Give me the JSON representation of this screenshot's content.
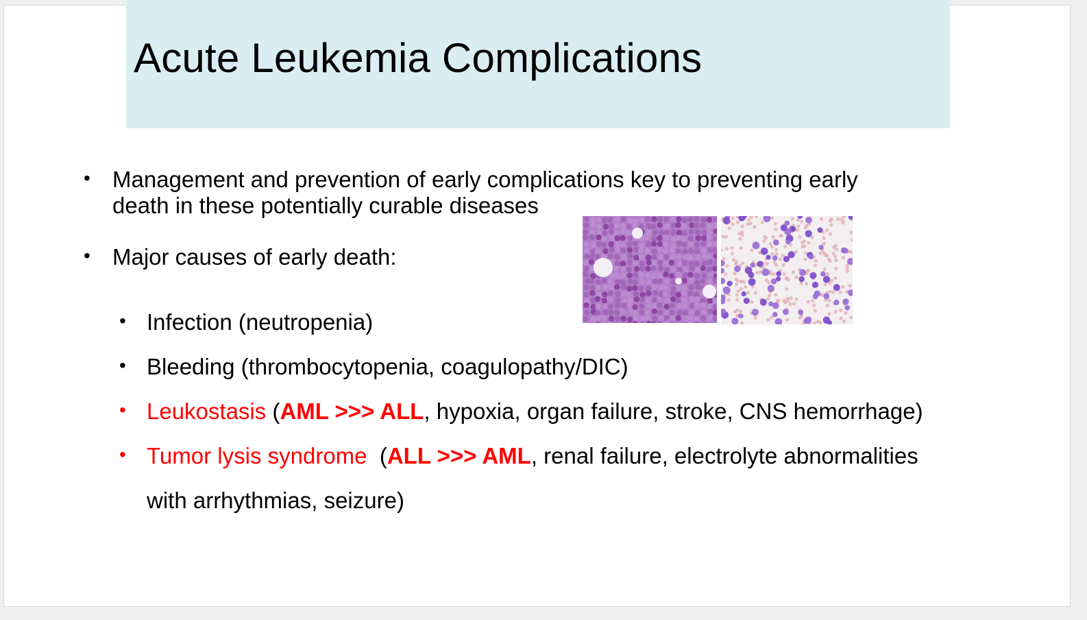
{
  "slide": {
    "title": "Acute Leukemia Complications",
    "bullets": [
      {
        "line1": "Management and prevention of early complications key to preventing early",
        "line2": "death in these potentially curable diseases"
      },
      {
        "text": "Major causes of early death:"
      }
    ],
    "sub_bullets": [
      {
        "text": "Infection (neutropenia)"
      },
      {
        "text": "Bleeding (thrombocytopenia, coagulopathy/DIC)"
      },
      {
        "term": "Leukostasis",
        "open": " (",
        "emph": "AML >>> ALL",
        "rest": ", hypoxia, organ failure, stroke, CNS hemorrhage)"
      },
      {
        "term": "Tumor lysis syndrome",
        "open": "  (",
        "emph": "ALL >>> AML",
        "rest": ", renal failure, electrolyte abnormalities",
        "line2": "with arrhythmias, seizure)"
      }
    ],
    "colors": {
      "title_band": "#daedf3",
      "emphasis": "#ff0000"
    },
    "images": [
      "bone-marrow-histology",
      "peripheral-blood-smear"
    ]
  }
}
